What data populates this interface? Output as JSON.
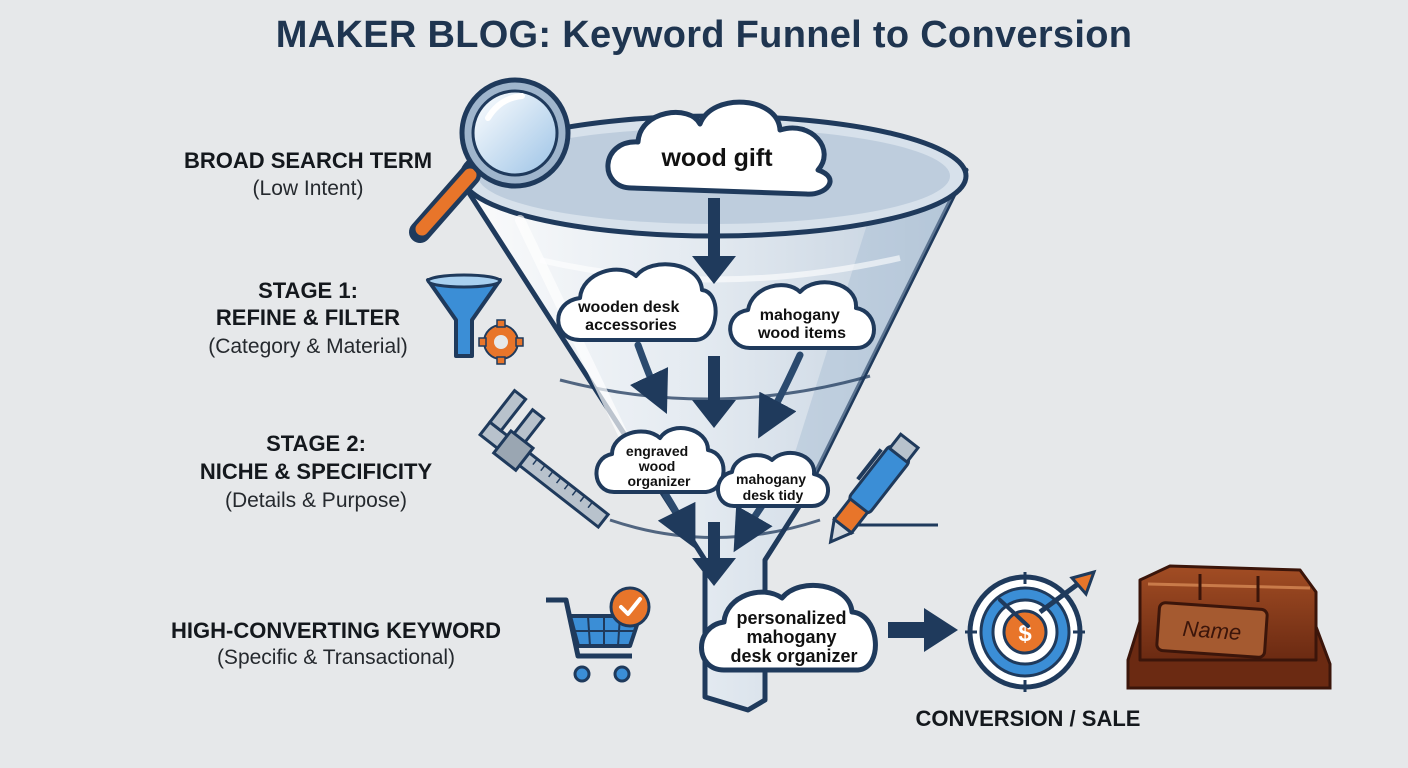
{
  "title": "MAKER BLOG: Keyword Funnel to Conversion",
  "stages": [
    {
      "heading": "BROAD SEARCH TERM",
      "sub": "(Low Intent)"
    },
    {
      "heading1": "STAGE 1:",
      "heading2": "REFINE & FILTER",
      "sub": "(Category & Material)"
    },
    {
      "heading1": "STAGE 2:",
      "heading2": "NICHE & SPECIFICITY",
      "sub": "(Details & Purpose)"
    },
    {
      "heading": "HIGH-CONVERTING KEYWORD",
      "sub": "(Specific & Transactional)"
    }
  ],
  "keywords": {
    "broad": "wood gift",
    "stage1_left": [
      "wooden desk",
      "accessories"
    ],
    "stage1_right": [
      "mahogany",
      "wood items"
    ],
    "stage2_left": [
      "engraved",
      "wood",
      "organizer"
    ],
    "stage2_right": [
      "mahogany",
      "desk tidy"
    ],
    "final": [
      "personalized",
      "mahogany",
      "desk organizer"
    ]
  },
  "outcome": {
    "label": "CONVERSION / SALE",
    "target_symbol": "$",
    "product_engraving": "Name"
  },
  "icons": [
    "magnifier-icon",
    "funnel-icon",
    "gear-icon",
    "caliper-icon",
    "pen-icon",
    "cart-icon",
    "checkmark-icon",
    "target-icon",
    "arrow-icon",
    "desk-organizer-icon"
  ],
  "colors": {
    "navy": "#1f3a5c",
    "blue": "#2f7fc4",
    "orange": "#e8752a",
    "wood": "#8a3e1c"
  }
}
